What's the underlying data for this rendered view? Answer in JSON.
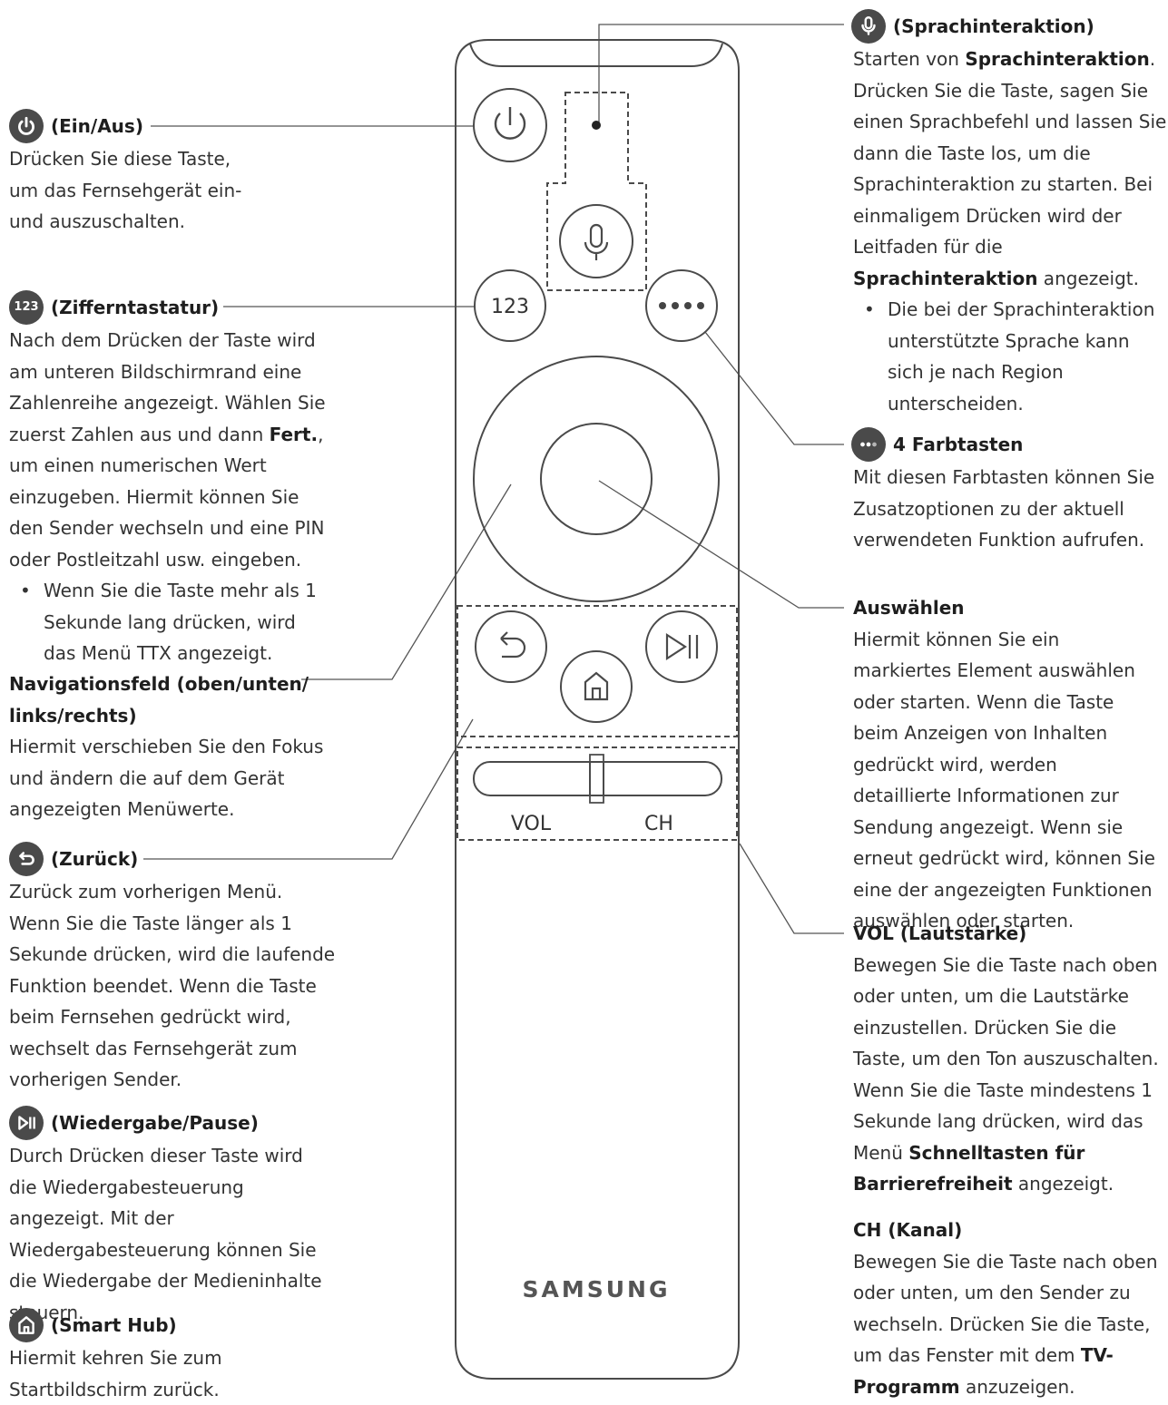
{
  "power": {
    "title": "(Ein/Aus)",
    "text": "Drücken Sie diese Taste, um das Fernsehgerät ein- und auszuschalten."
  },
  "numpad": {
    "badge": "123",
    "title": "(Zifferntastatur)",
    "text_a": "Nach dem Drücken der Taste wird am unteren Bildschirmrand eine Zahlenreihe angezeigt. Wählen Sie zuerst Zahlen aus und dann ",
    "text_b": "Fert.",
    "text_c": ", um einen numerischen Wert einzugeben. Hiermit können Sie den Sender wechseln und eine PIN oder Postleitzahl usw. eingeben.",
    "bullet": "Wenn Sie die Taste mehr als 1 Sekunde lang drücken, wird das Menü TTX angezeigt."
  },
  "nav": {
    "title": "Navigationsfeld (oben/unten/ links/rechts)",
    "text": "Hiermit verschieben Sie den Fokus und ändern die auf dem Gerät angezeigten Menüwerte."
  },
  "back": {
    "title": "(Zurück)",
    "text": "Zurück zum vorherigen Menü. Wenn Sie die Taste länger als 1 Sekunde drücken, wird die laufende Funktion beendet. Wenn die Taste beim Fernsehen gedrückt wird, wechselt das Fernsehgerät zum vorherigen Sender."
  },
  "play": {
    "title": "(Wiedergabe/Pause)",
    "text": "Durch Drücken dieser Taste wird die Wiedergabesteuerung angezeigt. Mit der Wiedergabesteuerung können Sie die Wiedergabe der Medieninhalte steuern."
  },
  "home": {
    "title": "(Smart Hub)",
    "text": "Hiermit kehren Sie zum Startbildschirm zurück."
  },
  "voice": {
    "title": "(Sprachinteraktion)",
    "a": "Starten von ",
    "b": "Sprachinteraktion",
    "c": ".",
    "d": "Drücken Sie die Taste, sagen Sie einen Sprachbefehl und lassen Sie dann die Taste los, um die Sprachinteraktion zu starten. Bei einmaligem Drücken wird der Leitfaden für die ",
    "e": "Sprachinteraktion",
    "f": " angezeigt.",
    "bullet": "Die bei der Sprachinteraktion unterstützte Sprache kann sich je nach Region unterscheiden."
  },
  "color": {
    "title": "4 Farbtasten",
    "text": "Mit diesen Farbtasten können Sie Zusatzoptionen zu der aktuell verwendeten Funktion aufrufen."
  },
  "select": {
    "title": "Auswählen",
    "text": "Hiermit können Sie ein markiertes Element auswählen oder starten. Wenn die Taste beim Anzeigen von Inhalten gedrückt wird, werden detaillierte Informationen zur Sendung angezeigt. Wenn sie erneut gedrückt wird, können Sie eine der angezeigten Funktionen auswählen oder starten."
  },
  "vol": {
    "title": "VOL (Lautstärke)",
    "text_a": "Bewegen Sie die Taste nach oben oder unten, um die Lautstärke einzustellen. Drücken Sie die Taste, um den Ton auszuschalten. Wenn Sie die Taste mindestens 1 Sekunde lang drücken, wird das Menü ",
    "text_b": "Schnelltasten für Barrierefreiheit",
    "text_c": " angezeigt."
  },
  "ch": {
    "title": "CH (Kanal)",
    "text_a": "Bewegen Sie die Taste nach oben oder unten, um den Sender zu wechseln. Drücken Sie die Taste, um das Fenster mit dem ",
    "text_b": "TV-Programm",
    "text_c": " anzuzeigen."
  },
  "remote": {
    "num_label": "123",
    "vol_label": "VOL",
    "ch_label": "CH",
    "brand": "SAMSUNG"
  }
}
